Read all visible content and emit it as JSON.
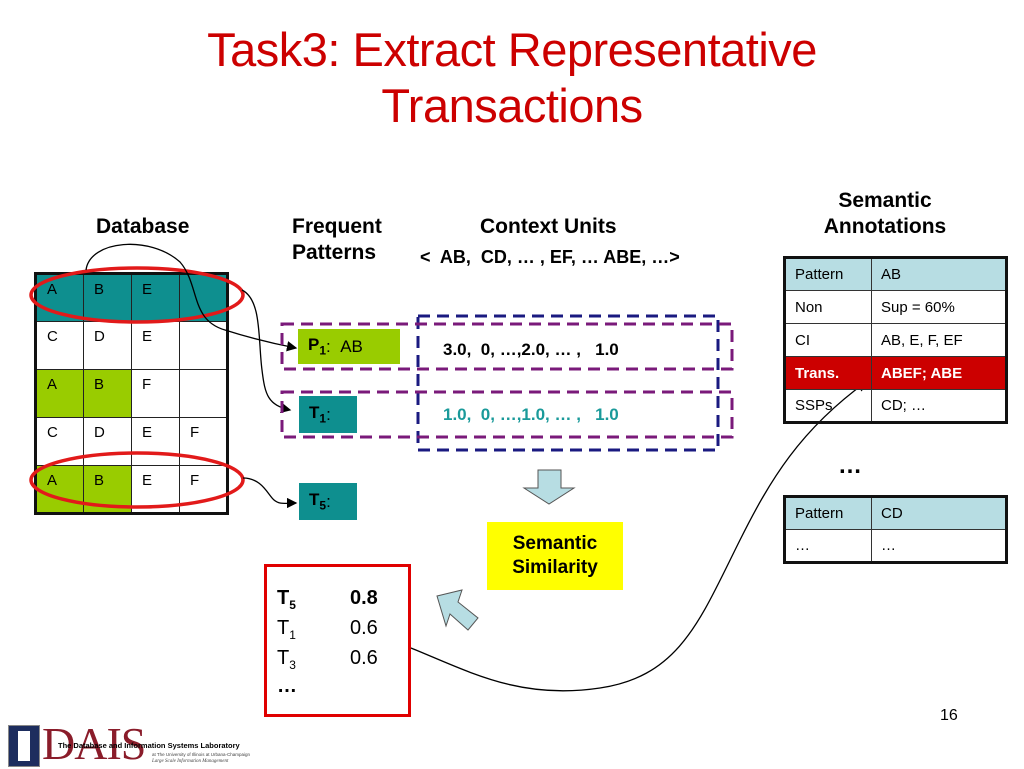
{
  "slide": {
    "title_line1": "Task3: Extract Representative",
    "title_line2": "Transactions",
    "page_number": "16"
  },
  "headers": {
    "database": "Database",
    "frequent_patterns_line1": "Frequent",
    "frequent_patterns_line2": "Patterns",
    "context_units": "Context Units",
    "context_units_list": "<  AB,  CD, … , EF, … ABE, …>",
    "semantic_annotations_line1": "Semantic",
    "semantic_annotations_line2": "Annotations"
  },
  "database": {
    "rows": [
      {
        "cells": [
          "A",
          "B",
          "E",
          ""
        ],
        "highlight": [
          "teal",
          "teal",
          "teal",
          "teal"
        ]
      },
      {
        "cells": [
          "C",
          "D",
          "E",
          ""
        ],
        "highlight": [
          "",
          "",
          "",
          ""
        ]
      },
      {
        "cells": [
          "A",
          "B",
          "F",
          ""
        ],
        "highlight": [
          "green",
          "green",
          "",
          ""
        ]
      },
      {
        "cells": [
          "C",
          "D",
          "E",
          "F"
        ],
        "highlight": [
          "",
          "",
          "",
          ""
        ]
      },
      {
        "cells": [
          "A",
          "B",
          "E",
          "F"
        ],
        "highlight": [
          "green",
          "green",
          "",
          ""
        ]
      }
    ],
    "circled_rows": [
      1,
      5
    ]
  },
  "patterns": {
    "p1": {
      "label": "P",
      "sub": "1",
      "suffix": ":",
      "value": "AB",
      "vector": "3.0,  0, …,2.0, … ,   1.0"
    },
    "t1": {
      "label": "T",
      "sub": "1",
      "suffix": ":",
      "vector": "1.0,  0, …,1.0, … ,   1.0"
    },
    "t5": {
      "label": "T",
      "sub": "5",
      "suffix": ":"
    }
  },
  "semantic_similarity": {
    "line1": "Semantic",
    "line2": "Similarity"
  },
  "result": {
    "rows": [
      {
        "label": "T",
        "sub": "5",
        "value": "0.8",
        "bold": true
      },
      {
        "label": "T",
        "sub": "1",
        "value": "0.6",
        "bold": false
      },
      {
        "label": "T",
        "sub": "3",
        "value": "0.6",
        "bold": false
      }
    ],
    "more": "…"
  },
  "annotations": {
    "table1": [
      [
        "Pattern",
        "AB"
      ],
      [
        "Non",
        "Sup = 60%"
      ],
      [
        "CI",
        "AB, E, F, EF"
      ],
      [
        "Trans.",
        "ABEF; ABE"
      ],
      [
        "SSPs",
        "CD; …"
      ]
    ],
    "ellipsis": "…",
    "table2": [
      [
        "Pattern",
        "CD"
      ],
      [
        "…",
        "…"
      ]
    ]
  },
  "logo": {
    "letters": "DAIS",
    "line1": "The Database and Information Systems Laboratory",
    "line2": "at The University of Illinois at Urbana-Champaign",
    "line3": "Large Scale Information Management"
  },
  "colors": {
    "title": "#cc0000",
    "teal": "#0e8f8f",
    "green": "#99cc00",
    "trans_row": "#cc0000",
    "yellow": "#ffff00",
    "light_blue": "#b7dde3"
  }
}
